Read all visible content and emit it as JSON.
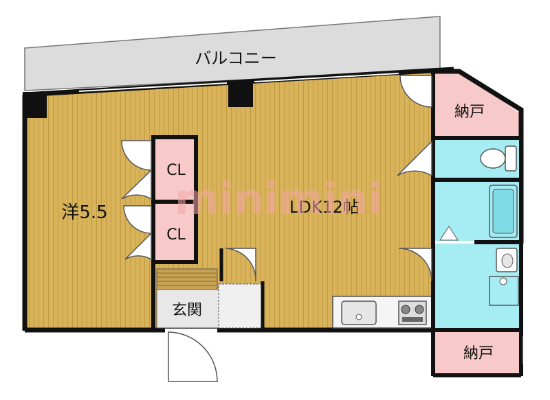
{
  "balcony": {
    "label": "バルコニー"
  },
  "rooms": {
    "western": "洋5.5",
    "ldk": "LDK12帖",
    "closet_top": "CL",
    "closet_bottom": "CL",
    "entrance": "玄関",
    "storage_top": "納戸",
    "storage_bottom": "納戸"
  },
  "watermark": "minimini",
  "colors": {
    "floor_wood": "#d9b35a",
    "closet_pink": "#f7c9c9",
    "wet_area": "#a6ecf3",
    "balcony_gray": "#dcdcdc",
    "wall": "#111111",
    "watermark": "#f2a6a6"
  }
}
